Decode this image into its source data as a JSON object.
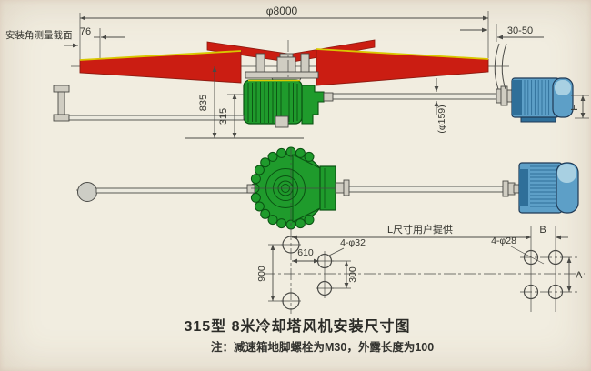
{
  "drawing": {
    "title": "315型 8米冷却塔风机安装尺寸图",
    "note": "注：减速箱地脚螺栓为M30，外露长度为100",
    "elevation_view": {
      "section_label": "安装角测量截面",
      "fan_diameter": "φ8000",
      "tip_section_offset": "76",
      "tip_clearance": "30-50",
      "blade_center_height": "835",
      "shaft_center_height": "315",
      "shaft_diameter": "(φ159)",
      "motor_shaft_height": "H"
    },
    "plan_view": {
      "user_length": "L尺寸用户提供",
      "gearbox_hole_span": "900",
      "gearbox_hole_offset": "610",
      "gearbox_holes": "4-φ32",
      "gearbox_hole_pitch": "300",
      "motor_holes": "4-φ28",
      "motor_span_b": "B",
      "motor_span_a": "A"
    },
    "colors": {
      "paper": "#f1ede0",
      "line": "#4a4a46",
      "ink": "#35352f",
      "blade_red": "#cb1d12",
      "blade_dark": "#8d1a10",
      "blade_edge": "#d9c800",
      "gearbox_green": "#1f9b2c",
      "gearbox_dark": "#0a5212",
      "motor_blue": "#5d9fc7",
      "motor_dark": "#2f6f99",
      "motor_light": "#a8d0e2",
      "steel": "#d0cdc2"
    }
  }
}
